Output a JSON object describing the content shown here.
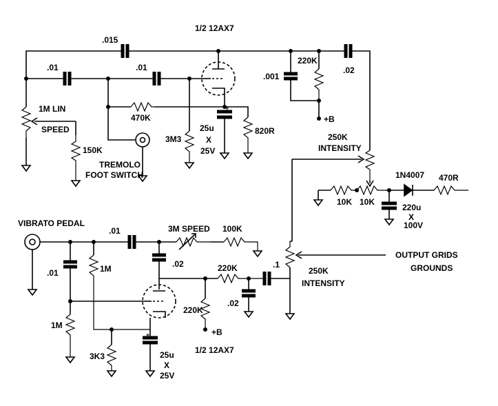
{
  "labels": {
    "tube_top": "1/2 12AX7",
    "tube_bottom": "1/2 12AX7",
    "c_015": ".015",
    "c_01_a": ".01",
    "c_01_b": ".01",
    "c_001": ".001",
    "r_220k_top": "220K",
    "c_02_top": ".02",
    "plus_b_top": "+B",
    "pot_1m_lin": "1M LIN",
    "speed": "SPEED",
    "r_470k": "470K",
    "c_25u_top": "25u",
    "c_25u_top_x": "X",
    "c_25u_top_v": "25V",
    "r_820r": "820R",
    "r_150k": "150K",
    "r_3m3": "3M3",
    "tremolo_1": "TREMOLO",
    "tremolo_2": "FOOT SWITCH",
    "intensity_top_1": "250K",
    "intensity_top_2": "INTENSITY",
    "diode": "1N4007",
    "r_470r": "470R",
    "r_10k_a": "10K",
    "r_10k_b": "10K",
    "c_220u": "220u",
    "c_220u_x": "X",
    "c_220u_v": "100V",
    "vibrato_pedal": "VIBRATO PEDAL",
    "c_01_c": ".01",
    "speed_3m": "3M SPEED",
    "r_100k": "100K",
    "c_02_mid": ".02",
    "c_01_d": ".01",
    "r_1m_a": "1M",
    "r_220k_mid": "220K",
    "c_1": ".1",
    "intensity_bot_1": "250K",
    "intensity_bot_2": "INTENSITY",
    "output_1": "OUTPUT GRIDS",
    "output_2": "GROUNDS",
    "c_02_bot": ".02",
    "r_220k_bot": "220K",
    "plus_b_bot": "+B",
    "r_1m_b": "1M",
    "r_3k3": "3K3",
    "c_25u_bot": "25u",
    "c_25u_bot_x": "X",
    "c_25u_bot_v": "25V"
  }
}
